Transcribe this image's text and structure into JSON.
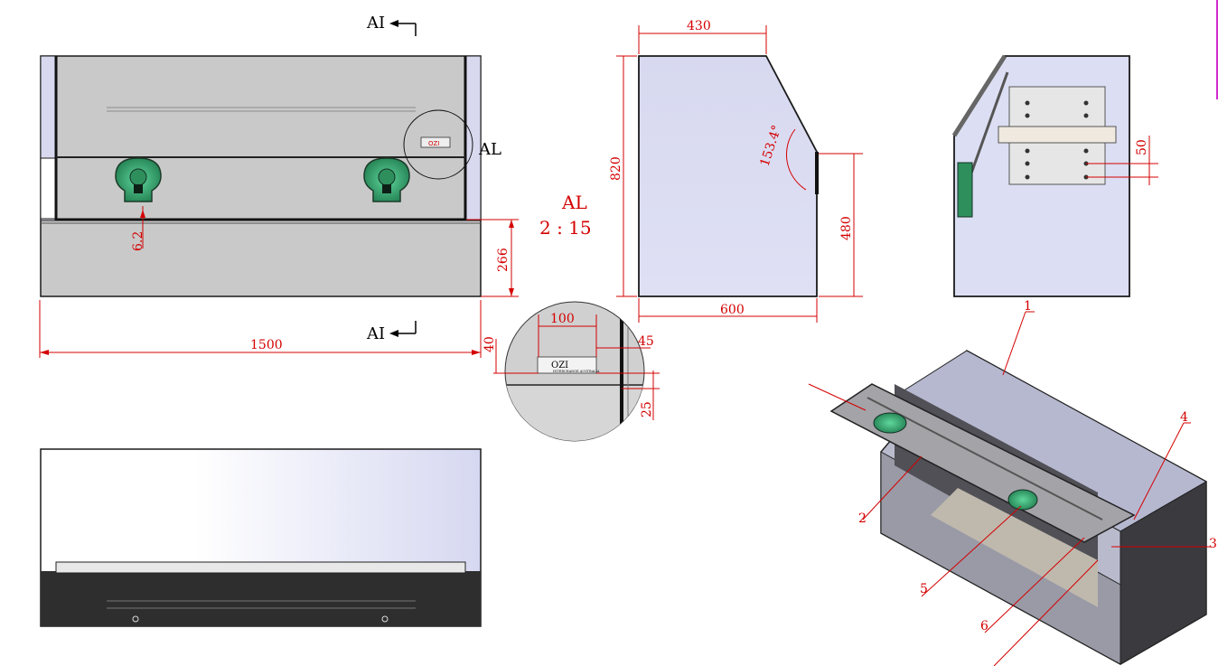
{
  "colors": {
    "dimension": "#d40000",
    "panel_light": "#c9c9c9",
    "panel_blue": "#dfe0f3",
    "panel_dark": "#2e2e2e",
    "lock_green": "#2fa46d",
    "edge_accent": "#d12bd0"
  },
  "section_marks": {
    "top": "AI",
    "bottom": "AI"
  },
  "detail": {
    "callout_label": "AL",
    "title": "AL",
    "scale": "2 : 15",
    "badge_text": "OZI",
    "badge_sub": "INTERCHANGE AUSTRALIA"
  },
  "dimensions": {
    "overall_width": "1500",
    "lower_height": "266",
    "gap": "6.2",
    "top_depth": "430",
    "total_height": "820",
    "lid_angle": "153.4°",
    "front_height": "480",
    "base_depth": "600",
    "badge_width": "100",
    "badge_offset_x": "45",
    "badge_offset_y": "40",
    "badge_height": "25",
    "slot_spacing": "50"
  },
  "balloons": [
    "1",
    "2",
    "3",
    "4",
    "5",
    "6"
  ]
}
